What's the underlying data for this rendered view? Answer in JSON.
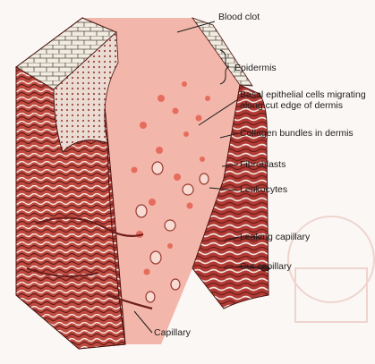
{
  "labels": {
    "blood_clot": "Blood clot",
    "epidermis": "Epidermis",
    "basal_cells_line1": "Basal epithelial cells migrating",
    "basal_cells_line2": "along cut edge of dermis",
    "collagen": "Collagen bundles in dermis",
    "fibroblasts": "Fibroblasts",
    "leukocytes": "Leukocytes",
    "leaking_capillary": "Leaking capillary",
    "cut_capillary": "Cut capillary",
    "capillary": "Capillary"
  },
  "colors": {
    "tissue_red": "#b23a34",
    "tissue_dark": "#6e1e1c",
    "clot_pink": "#f3b6aa",
    "clot_dots": "#e45a4a",
    "epidermis_fill": "#f0ece2",
    "watermark": "#e6b8b0"
  }
}
